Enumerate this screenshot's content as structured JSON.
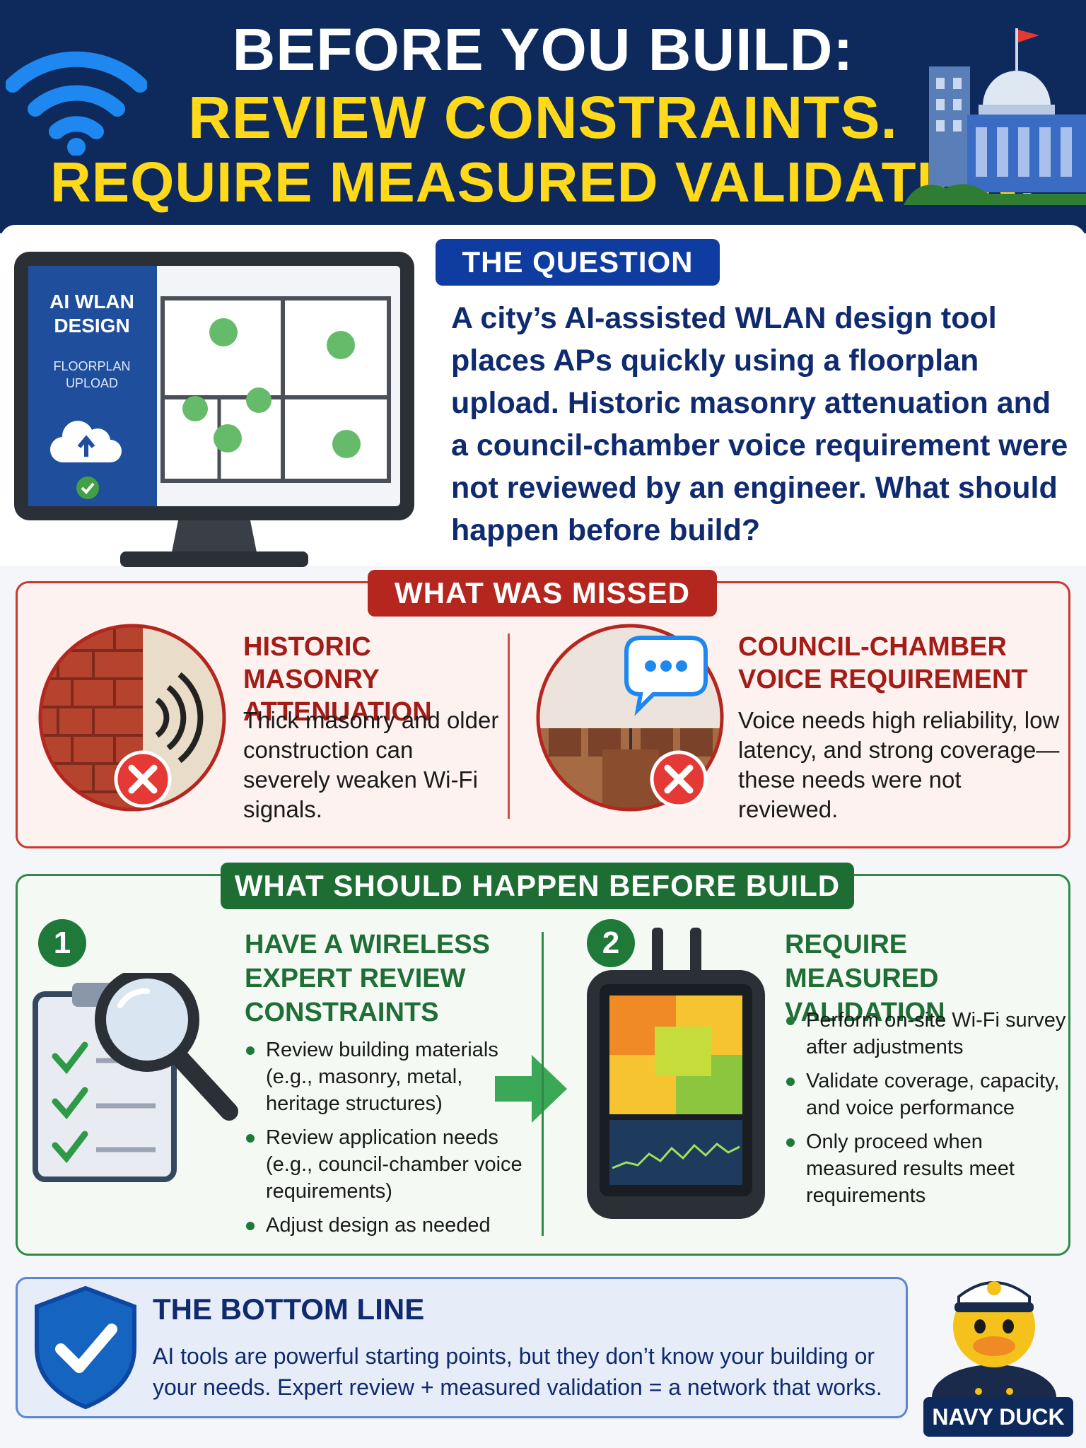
{
  "header": {
    "line1": "BEFORE YOU BUILD:",
    "line2": "REVIEW CONSTRAINTS.",
    "line3": "REQUIRE MEASURED VALIDATION."
  },
  "question": {
    "pill": "THE QUESTION",
    "text": "A city’s AI-assisted WLAN design tool places APs quickly using a floorplan upload. Historic masonry attenuation and a council-chamber voice requirement were not reviewed by an engineer. What should happen before build?",
    "monitor_title": "AI WLAN DESIGN",
    "monitor_upload": "FLOORPLAN UPLOAD"
  },
  "missed": {
    "pill": "WHAT WAS MISSED",
    "items": [
      {
        "title": "HISTORIC MASONRY ATTENUATION",
        "body": "Thick masonry and older construction can severely weaken Wi-Fi signals.",
        "icon": "brick-wall-signal-icon"
      },
      {
        "title": "COUNCIL-CHAMBER VOICE REQUIREMENT",
        "body": "Voice needs high reliability, low latency, and strong coverage—these needs were not reviewed.",
        "icon": "council-chamber-icon"
      }
    ]
  },
  "build": {
    "pill": "WHAT SHOULD HAPPEN BEFORE BUILD",
    "steps": [
      {
        "num": "1",
        "title": "HAVE A WIRELESS EXPERT REVIEW CONSTRAINTS",
        "bullets": [
          "Review building materials (e.g., masonry, metal, heritage structures)",
          "Review application needs (e.g., council-chamber voice requirements)",
          "Adjust design as needed"
        ]
      },
      {
        "num": "2",
        "title": "REQUIRE MEASURED VALIDATION",
        "bullets": [
          "Perform on-site Wi-Fi survey after adjustments",
          "Validate coverage, capacity, and voice performance",
          "Only proceed when measured results meet requirements"
        ]
      }
    ]
  },
  "bottom": {
    "title": "THE BOTTOM LINE",
    "text": "AI tools are powerful starting points, but they don’t know your building or your needs. Expert review + measured validation = a network that works."
  },
  "mascot": {
    "label": "NAVY DUCK"
  },
  "colors": {
    "navy": "#0e2a5c",
    "yellow": "#ffd91a",
    "red": "#b5261f",
    "green": "#1e6e34",
    "blue": "#0f3ca0"
  }
}
